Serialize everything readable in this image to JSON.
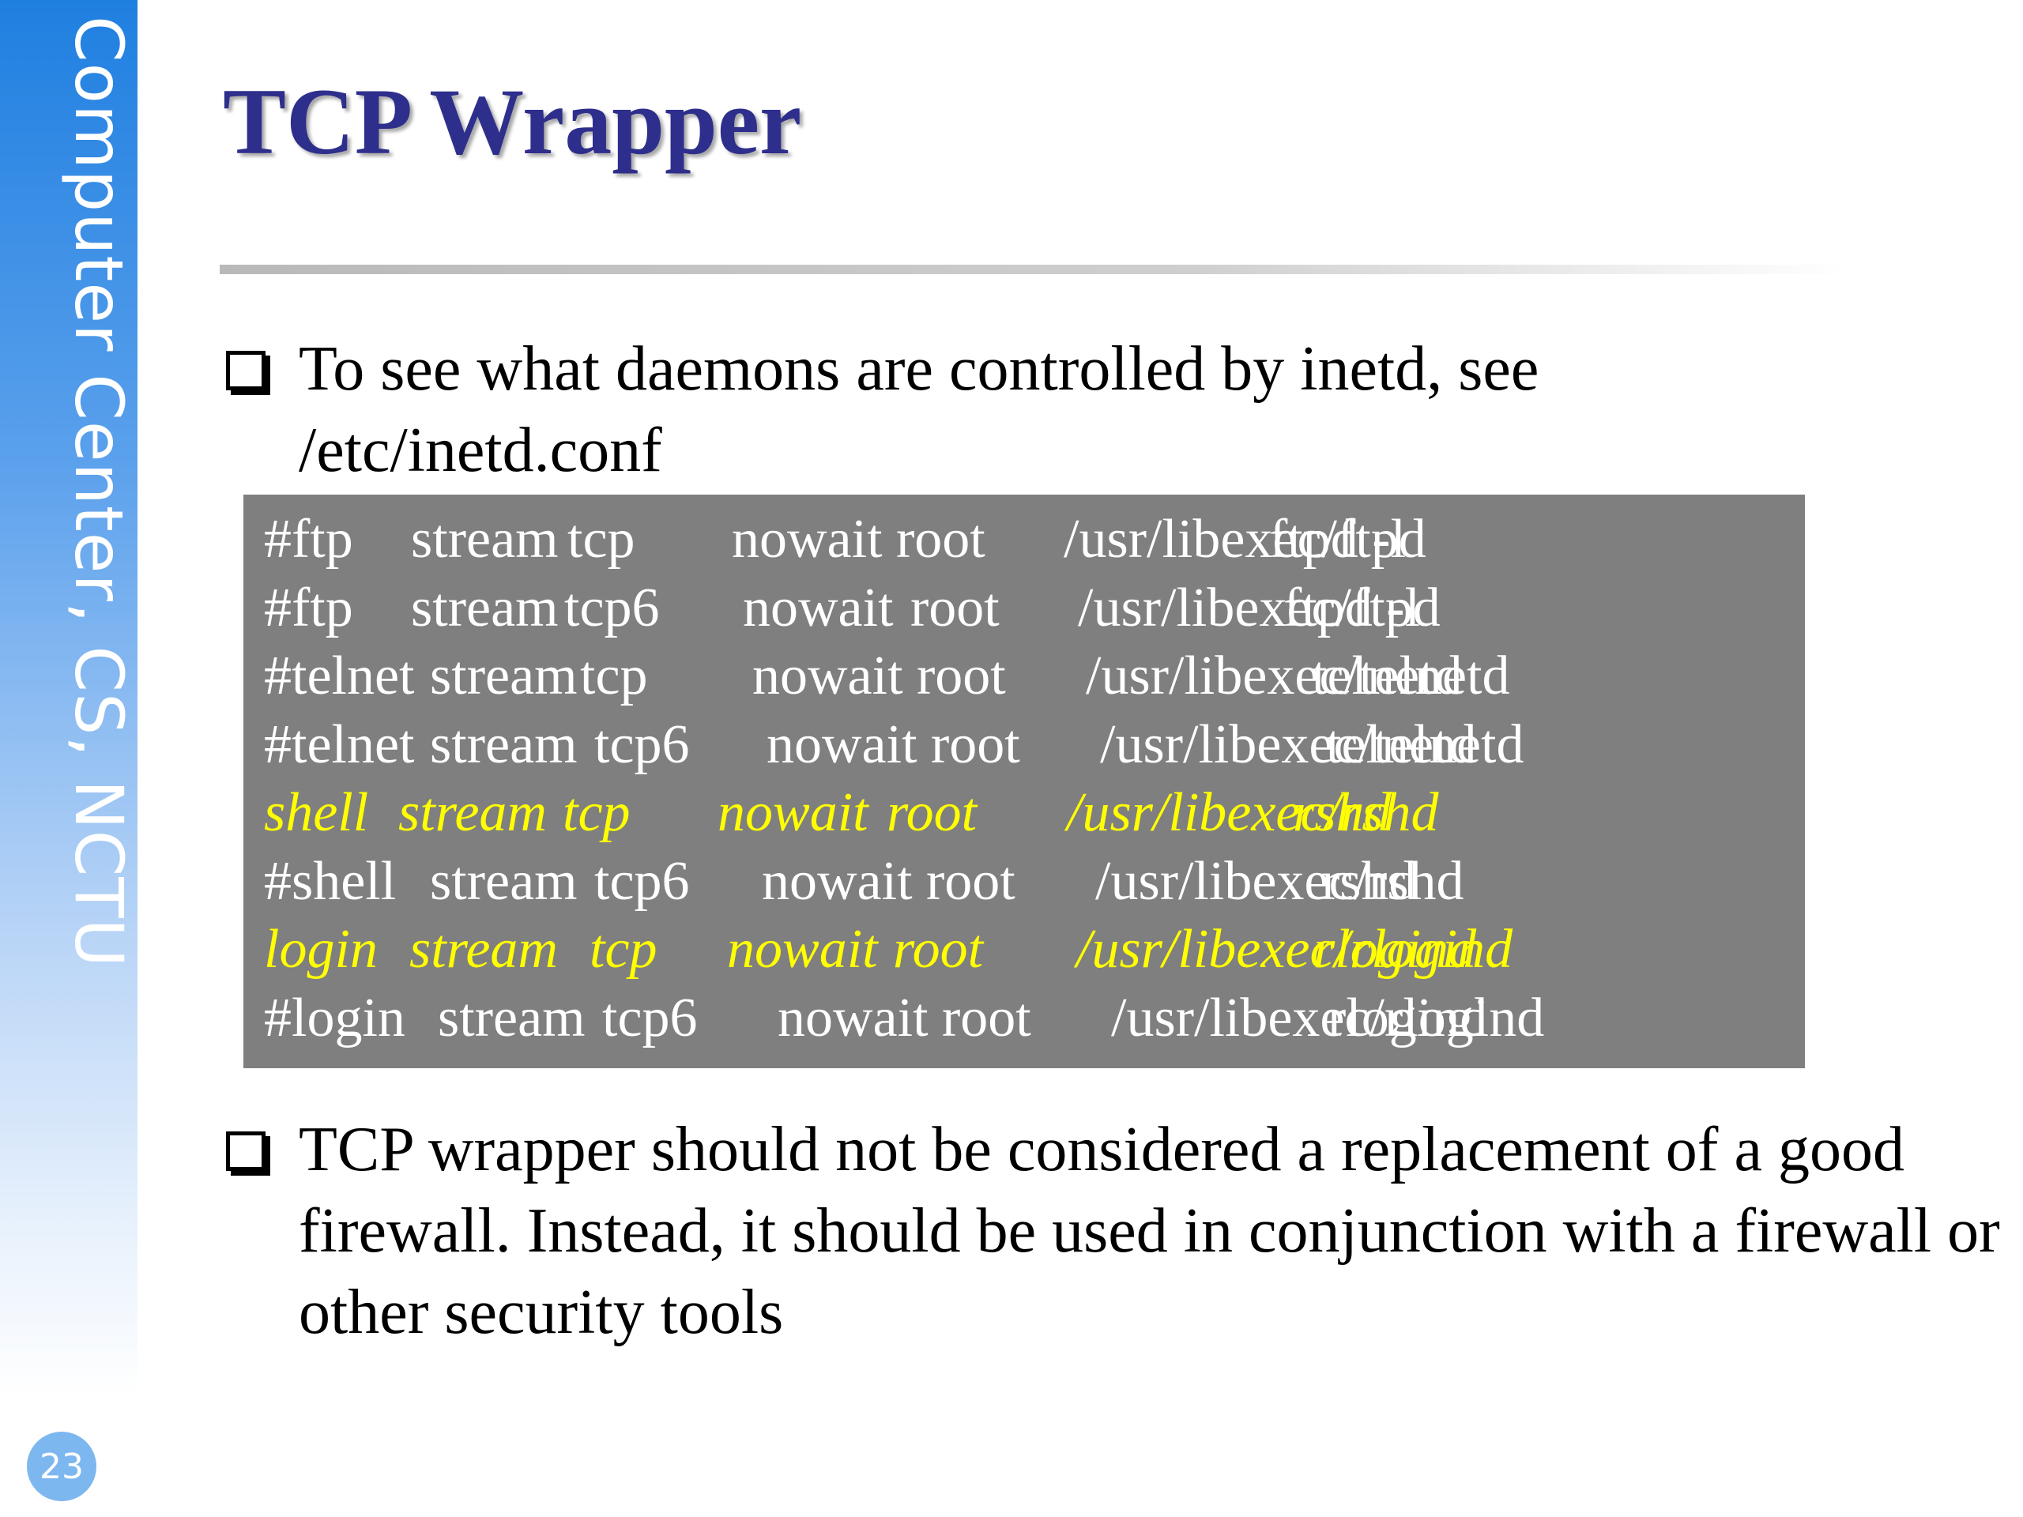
{
  "sidebar": {
    "text": "Computer Center, CS, NCTU",
    "page_number": "23"
  },
  "title": "TCP Wrapper",
  "bullets": [
    "To see what daemons are controlled by inetd, see /etc/inetd.conf",
    "TCP wrapper should not be considered a replacement of a good firewall. Instead, it should be used in conjunction with a firewall or other security tools"
  ],
  "config_lines": [
    {
      "name": "#ftp",
      "socket": "stream",
      "proto": "tcp",
      "wait": "nowait",
      "user": "root",
      "path": "/usr/libexec/ftpd",
      "args": "ftpd -l",
      "highlighted": false
    },
    {
      "name": "#ftp",
      "socket": "stream",
      "proto": "tcp6",
      "wait": "nowait",
      "user": "root",
      "path": "/usr/libexec/ftpd",
      "args": "ftpd -l",
      "highlighted": false
    },
    {
      "name": "#telnet",
      "socket": "stream",
      "proto": "tcp",
      "wait": "nowait",
      "user": "root",
      "path": "/usr/libexec/telnetd",
      "args": "telnetd",
      "highlighted": false
    },
    {
      "name": "#telnet",
      "socket": "stream",
      "proto": "tcp6",
      "wait": "nowait",
      "user": "root",
      "path": "/usr/libexec/telnetd",
      "args": "telnetd",
      "highlighted": false
    },
    {
      "name": "shell",
      "socket": "stream",
      "proto": "tcp",
      "wait": "nowait",
      "user": "root",
      "path": "/usr/libexec/rshd",
      "args": "rshd",
      "highlighted": true
    },
    {
      "name": "#shell",
      "socket": "stream",
      "proto": "tcp6",
      "wait": "nowait",
      "user": "root",
      "path": "/usr/libexec/rshd",
      "args": "rshd",
      "highlighted": false
    },
    {
      "name": "login",
      "socket": "stream",
      "proto": "tcp",
      "wait": "nowait",
      "user": "root",
      "path": "/usr/libexec/rlogind",
      "args": "rlogind",
      "highlighted": true
    },
    {
      "name": "#login",
      "socket": "stream",
      "proto": "tcp6",
      "wait": "nowait",
      "user": "root",
      "path": "/usr/libexec/rlogind",
      "args": "rlogind",
      "highlighted": false
    }
  ],
  "colors": {
    "sidebar_blue": "#1f7fe0",
    "title": "#2e2e8c",
    "code_background": "#7f7f7f",
    "code_text": "#ffffff",
    "code_highlight": "#ffff00"
  }
}
